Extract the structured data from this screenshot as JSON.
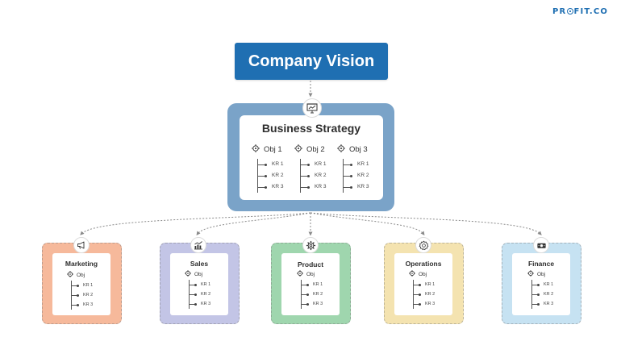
{
  "logo": {
    "part1": "PR",
    "part2": "FIT.CO"
  },
  "vision": {
    "title": "Company Vision"
  },
  "strategy": {
    "title": "Business Strategy",
    "objectives": [
      {
        "label": "Obj 1",
        "krs": [
          "KR 1",
          "KR 2",
          "KR 3"
        ]
      },
      {
        "label": "Obj 2",
        "krs": [
          "KR 1",
          "KR 2",
          "KR 3"
        ]
      },
      {
        "label": "Obj 3",
        "krs": [
          "KR 1",
          "KR 2",
          "KR 3"
        ]
      }
    ]
  },
  "departments": [
    {
      "name": "Marketing",
      "icon": "megaphone-icon",
      "color": "#f6b99b",
      "objective": "Obj",
      "krs": [
        "KR 1",
        "KR 2",
        "KR 3"
      ]
    },
    {
      "name": "Sales",
      "icon": "sales-chart-icon",
      "color": "#c3c5e6",
      "objective": "Obj",
      "krs": [
        "KR 1",
        "KR 2",
        "KR 3"
      ]
    },
    {
      "name": "Product",
      "icon": "gear-icon",
      "color": "#9fd6ae",
      "objective": "Obj",
      "krs": [
        "KR 1",
        "KR 2",
        "KR 3"
      ]
    },
    {
      "name": "Operations",
      "icon": "settings-icon",
      "color": "#f4e3b0",
      "objective": "Obj",
      "krs": [
        "KR 1",
        "KR 2",
        "KR 3"
      ]
    },
    {
      "name": "Finance",
      "icon": "money-icon",
      "color": "#c6e2f2",
      "objective": "Obj",
      "krs": [
        "KR 1",
        "KR 2",
        "KR 3"
      ]
    }
  ],
  "colors": {
    "brand": "#1f6fb2",
    "strategy_frame": "#7aa3c8",
    "connector": "#8a8a8a"
  }
}
